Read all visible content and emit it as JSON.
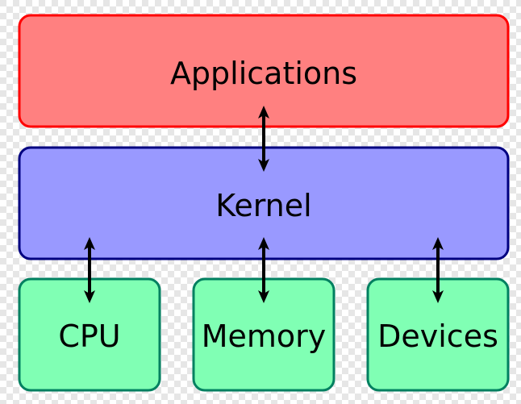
{
  "diagram": {
    "colors": {
      "applications_fill": "#ff8080",
      "applications_stroke": "#ff0000",
      "kernel_fill": "#9999ff",
      "kernel_stroke": "#000080",
      "hardware_fill": "#80ffb4",
      "hardware_stroke": "#008060",
      "arrow": "#000000",
      "checker": "#e6e6e6"
    },
    "layers": {
      "applications": {
        "label": "Applications"
      },
      "kernel": {
        "label": "Kernel"
      }
    },
    "hardware": [
      {
        "label": "CPU"
      },
      {
        "label": "Memory"
      },
      {
        "label": "Devices"
      }
    ],
    "connections": [
      {
        "from": "Applications",
        "to": "Kernel",
        "direction": "bidirectional"
      },
      {
        "from": "Kernel",
        "to": "CPU",
        "direction": "bidirectional"
      },
      {
        "from": "Kernel",
        "to": "Memory",
        "direction": "bidirectional"
      },
      {
        "from": "Kernel",
        "to": "Devices",
        "direction": "bidirectional"
      }
    ]
  }
}
